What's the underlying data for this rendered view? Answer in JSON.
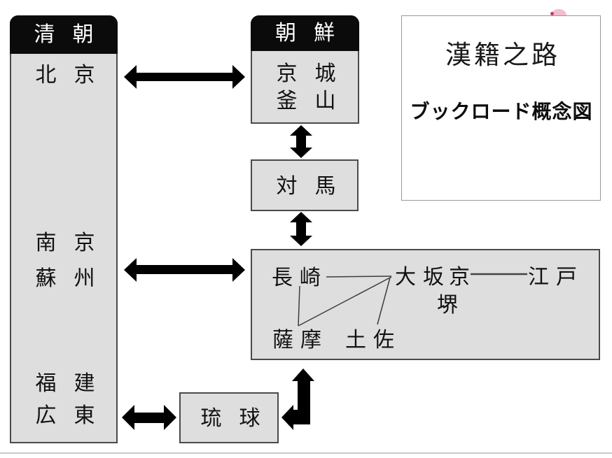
{
  "title_box": {
    "title": "漢籍之路",
    "subtitle": "ブックロード概念図"
  },
  "qing": {
    "header": "清朝",
    "cities": {
      "beijing": "北京",
      "nanjing": "南京",
      "suzhou": "蘇州",
      "fujian": "福建",
      "guangdong": "広東"
    }
  },
  "korea": {
    "header": "朝鮮",
    "cities": {
      "keijo": "京城",
      "busan": "釜山"
    }
  },
  "tsushima": {
    "label": "対馬"
  },
  "ryukyu": {
    "label": "琉球"
  },
  "japan": {
    "nagasaki": "長崎",
    "osaka": "大坂",
    "kyoto": "京",
    "edo": "江戸",
    "sakai": "堺",
    "satsuma": "薩摩",
    "tosa": "土佐"
  },
  "colors": {
    "box_fill": "#dedede",
    "box_border": "#4a4a4a",
    "header_fill": "#0b0b0b",
    "header_text": "#ffffff",
    "arrow": "#000000",
    "connector_line": "#3d3d3d",
    "title_border": "#999999",
    "decoration_pink": "#f3bcd1",
    "decoration_dot": "#c23a62",
    "bottom_rule": "#c7cacc"
  }
}
